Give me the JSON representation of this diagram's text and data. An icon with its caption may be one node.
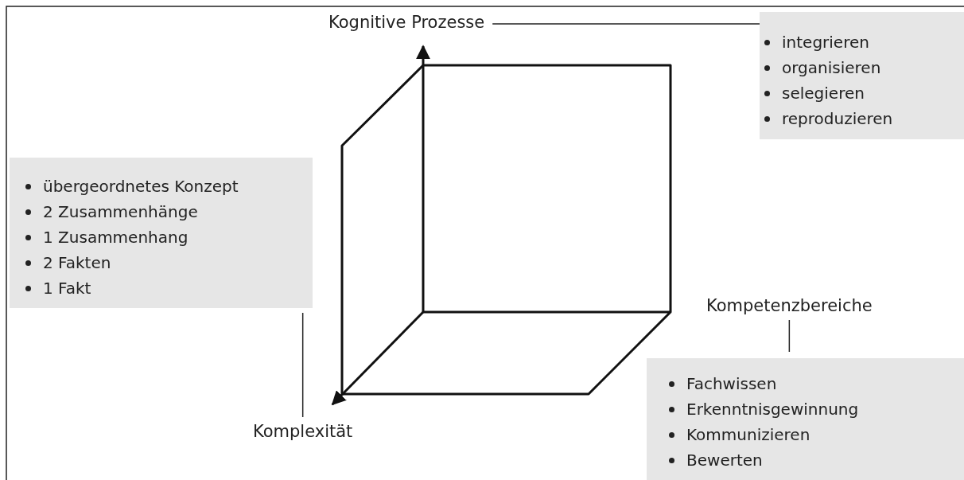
{
  "diagram": {
    "nodes": [
      {
        "text": [
          "Kognitive Prozesse"
        ]
      },
      {
        "text": [
          "integrieren",
          "organisieren",
          "selegieren",
          "reproduzieren"
        ]
      },
      {
        "text": [
          "übergeordnetes Konzept",
          "2 Zusammenhänge",
          "1 Zusammenhang",
          "2 Fakten",
          "1 Fakt"
        ]
      },
      {
        "text": [
          "Kompetenzbereiche"
        ]
      },
      {
        "text": [
          "Fachwissen",
          "Erkenntnisgewinnung",
          "Kommunizieren",
          "Bewerten"
        ]
      },
      {
        "text": [
          "Komplexität"
        ]
      }
    ],
    "edges": [
      {
        "from": 0,
        "to": 1,
        "arrow": "none"
      },
      {
        "from": 5,
        "to": 2,
        "arrow": "none"
      },
      {
        "from": 3,
        "to": 4,
        "arrow": "none"
      },
      {
        "from": null,
        "to": 0,
        "arrow": "to"
      },
      {
        "from": null,
        "to": 5,
        "arrow": "to"
      }
    ]
  }
}
